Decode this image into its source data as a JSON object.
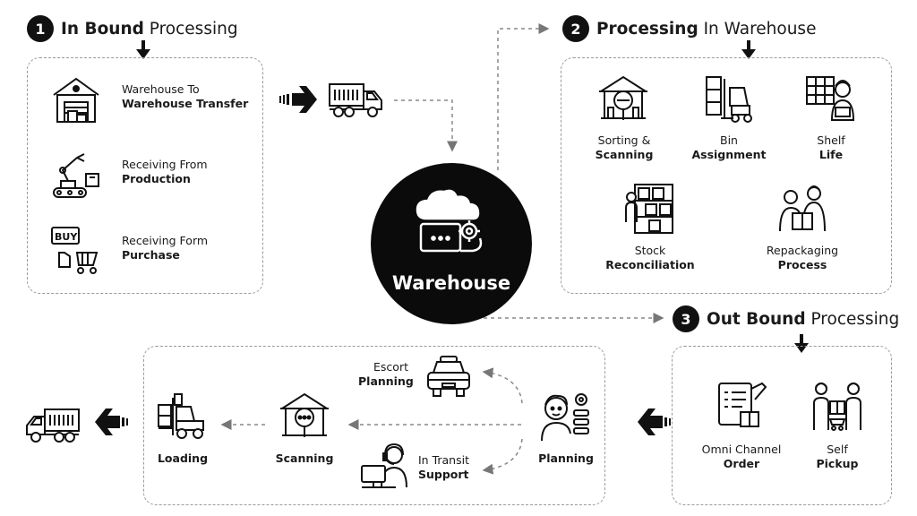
{
  "step1": {
    "number": "1",
    "bold": "In Bound",
    "light": "Processing"
  },
  "step2": {
    "number": "2",
    "bold": "Processing",
    "light": "In Warehouse"
  },
  "step3": {
    "number": "3",
    "bold": "Out Bound",
    "light": "Processing"
  },
  "hub": {
    "label": "Warehouse"
  },
  "inbound": [
    {
      "line1": "Warehouse To",
      "line2": "Warehouse Transfer",
      "icon": "warehouse-icon"
    },
    {
      "line1": "Receiving From",
      "line2": "Production",
      "icon": "robot-arm-icon"
    },
    {
      "line1": "Receiving Form",
      "line2": "Purchase",
      "icon": "buy-cart-icon"
    }
  ],
  "warehouse_processing": [
    {
      "line1": "Sorting &",
      "line2": "Scanning",
      "icon": "scanning-warehouse-icon"
    },
    {
      "line1": "Bin",
      "line2": "Assignment",
      "icon": "forklift-icon"
    },
    {
      "line1": "Shelf",
      "line2": "Life",
      "icon": "worker-shelf-icon"
    },
    {
      "line1": "Stock",
      "line2": "Reconciliation",
      "icon": "stock-shelves-icon"
    },
    {
      "line1": "Repackaging",
      "line2": "Process",
      "icon": "repackaging-icon"
    }
  ],
  "outbound_right": [
    {
      "line1": "Omni Channel",
      "line2": "Order",
      "icon": "clipboard-order-icon"
    },
    {
      "line1": "Self",
      "line2": "Pickup",
      "icon": "pickup-workers-icon"
    }
  ],
  "outbound_left": {
    "planning": {
      "label": "Planning",
      "icon": "planner-person-icon"
    },
    "escort": {
      "line1": "Escort",
      "line2": "Planning",
      "icon": "police-car-icon"
    },
    "transit": {
      "line1": "In Transit",
      "line2": "Support",
      "icon": "support-agent-icon"
    },
    "scanning": {
      "label": "Scanning",
      "icon": "scanning-warehouse-icon"
    },
    "loading": {
      "label": "Loading",
      "icon": "loading-forklift-icon"
    }
  }
}
